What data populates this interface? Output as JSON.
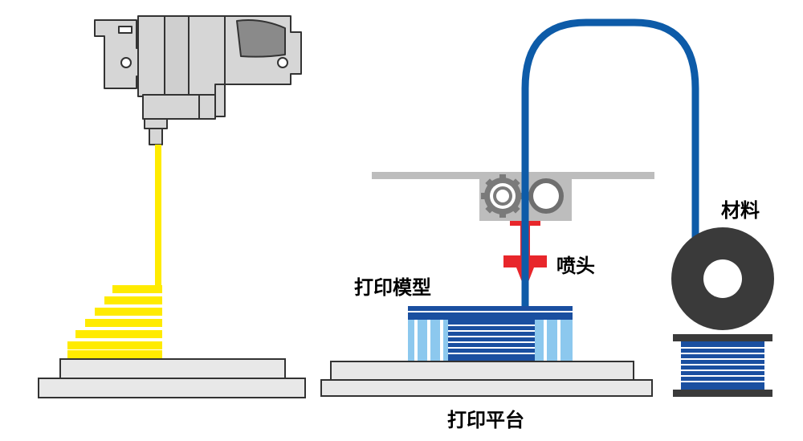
{
  "labels": {
    "nozzle": "喷头",
    "material": "材料",
    "model": "打印模型",
    "platform": "打印平台"
  },
  "colors": {
    "filament_yellow": "#FFEB00",
    "filament_blue": "#0D5BA8",
    "model_dark_blue": "#1A4FA0",
    "model_light_blue": "#8CC8EE",
    "nozzle_red": "#E8262B",
    "frame_gray": "#BDBDBD",
    "extruder_gray": "#D6D6D6",
    "spool_dark": "#3A3A3A",
    "platform_light": "#E8E8E8"
  },
  "icons": [
    "extruder-head-icon",
    "gear-icon",
    "roller-icon",
    "nozzle-icon",
    "spool-icon",
    "filament-box-icon"
  ]
}
